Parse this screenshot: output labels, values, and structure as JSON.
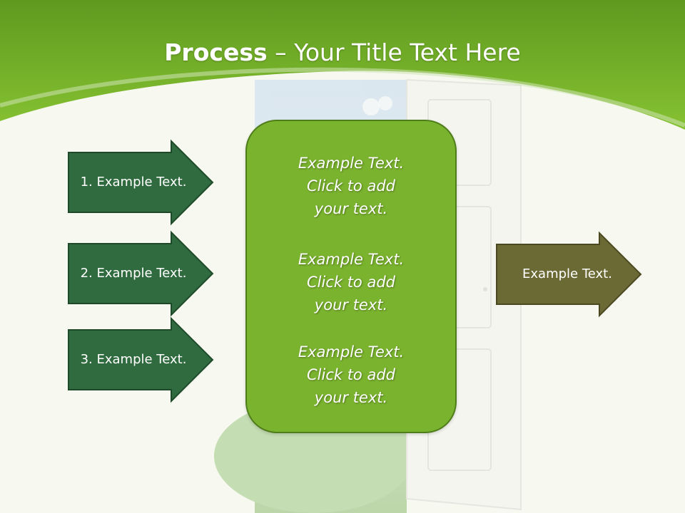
{
  "slide": {
    "title_bold": "Process",
    "title_rest": " – Your Title Text Here"
  },
  "colors": {
    "header_green": "#7bbd2a",
    "left_arrow_fill": "#2f6b3e",
    "right_arrow_fill": "#6b6a34",
    "center_box_fill": "#7ab32e",
    "text": "#ffffff"
  },
  "left_arrows": [
    {
      "label": "1. Example Text."
    },
    {
      "label": "2. Example Text."
    },
    {
      "label": "3. Example Text."
    }
  ],
  "center_box": {
    "paragraphs": [
      {
        "line1": "Example Text.",
        "line2": "Click  to add",
        "line3": "your text."
      },
      {
        "line1": "Example Text.",
        "line2": "Click  to add",
        "line3": "your text."
      },
      {
        "line1": "Example Text.",
        "line2": "Click  to add",
        "line3": "your text."
      }
    ]
  },
  "right_arrow": {
    "label": "Example Text."
  },
  "icons": {
    "left_arrow_shape": "right-arrow-icon",
    "right_arrow_shape": "right-arrow-icon"
  }
}
